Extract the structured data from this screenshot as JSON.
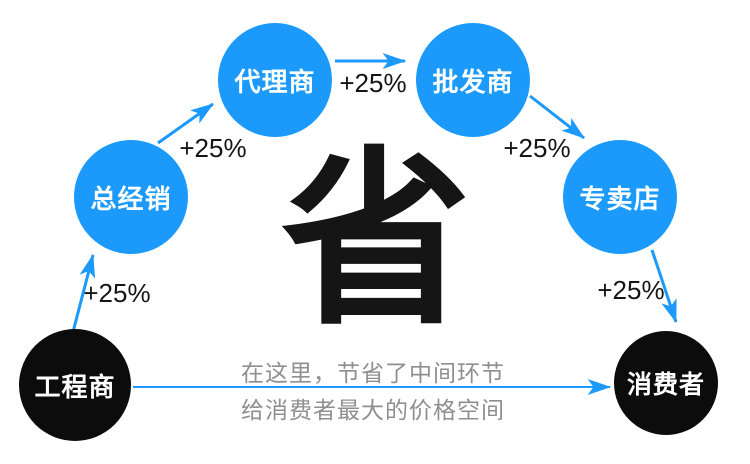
{
  "colors": {
    "blue": "#1B9AFB",
    "node-black": "#0C0C0C",
    "char-black": "#151515",
    "text-gray": "#8F8F8F"
  },
  "center_char": "省",
  "nodes": [
    {
      "id": "contractor",
      "label": "工程商",
      "type": "black"
    },
    {
      "id": "general-distributor",
      "label": "总经销",
      "type": "blue"
    },
    {
      "id": "agent",
      "label": "代理商",
      "type": "blue"
    },
    {
      "id": "wholesaler",
      "label": "批发商",
      "type": "blue"
    },
    {
      "id": "specialty-store",
      "label": "专卖店",
      "type": "blue"
    },
    {
      "id": "consumer",
      "label": "消费者",
      "type": "black"
    }
  ],
  "markup_labels": [
    "+25%",
    "+25%",
    "+25%",
    "+25%",
    "+25%"
  ],
  "caption": {
    "line1": "在这里，节省了中间环节",
    "line2": "给消费者最大的价格空间"
  }
}
